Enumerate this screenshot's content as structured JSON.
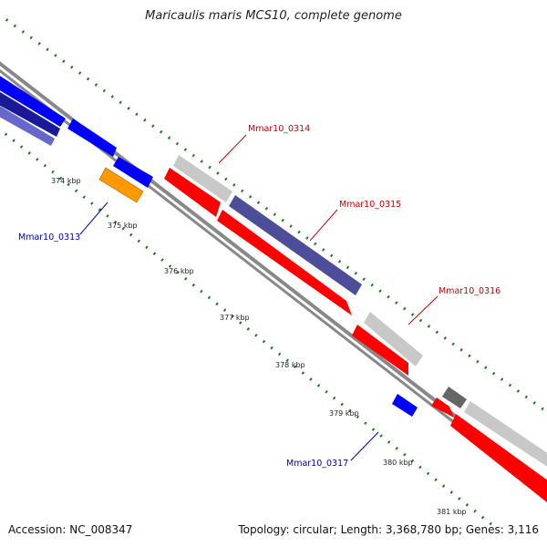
{
  "title": "Maricaulis maris MCS10, complete genome",
  "footer": {
    "accession": "Accession: NC_008347",
    "summary": "Topology: circular; Length: 3,368,780 bp; Genes: 3,116"
  },
  "colors": {
    "forward_cds": "#ff0000",
    "reverse_cds": "#0000ff",
    "forward_label": "#cc0000",
    "reverse_label": "#0000aa",
    "other_feature": "#ff9900",
    "backbone": "#888888",
    "ticks": "#1a7a1a",
    "gc_light": "#c8c8c8",
    "gc_dark": "#4d4d99"
  },
  "genes": {
    "forward": [
      "Mmar10_0314",
      "Mmar10_0315",
      "Mmar10_0316"
    ],
    "reverse": [
      "Mmar10_0313",
      "Mmar10_0317"
    ]
  },
  "ticks": [
    "374 kbp",
    "375 kbp",
    "376 kbp",
    "377 kbp",
    "378 kbp",
    "379 kbp",
    "380 kbp",
    "381 kbp"
  ]
}
